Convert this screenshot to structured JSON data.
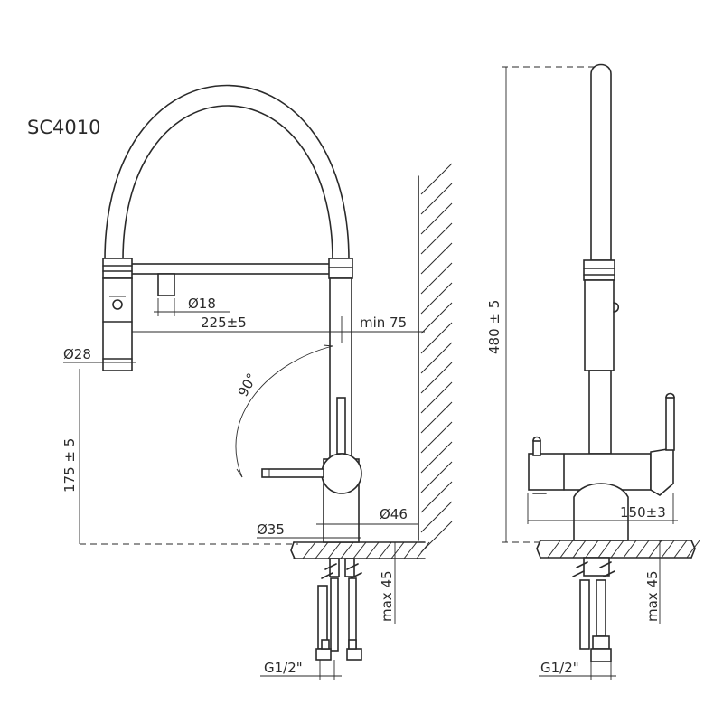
{
  "model": "SC4010",
  "colors": {
    "line": "#2a2a2a",
    "background": "#ffffff"
  },
  "dimensions": {
    "spray_diameter": "Ø18",
    "reach": "225±5",
    "wall_min": "min 75",
    "head_diameter": "Ø28",
    "angle": "90°",
    "height_under_spray": "175 ± 5",
    "base_diameter": "Ø46",
    "hole_diameter": "Ø35",
    "max_thickness_left": "max 45",
    "thread_left": "G1/2\"",
    "total_height": "480 ± 5",
    "width_side": "150±3",
    "max_thickness_right": "max 45",
    "thread_right": "G1/2\""
  }
}
